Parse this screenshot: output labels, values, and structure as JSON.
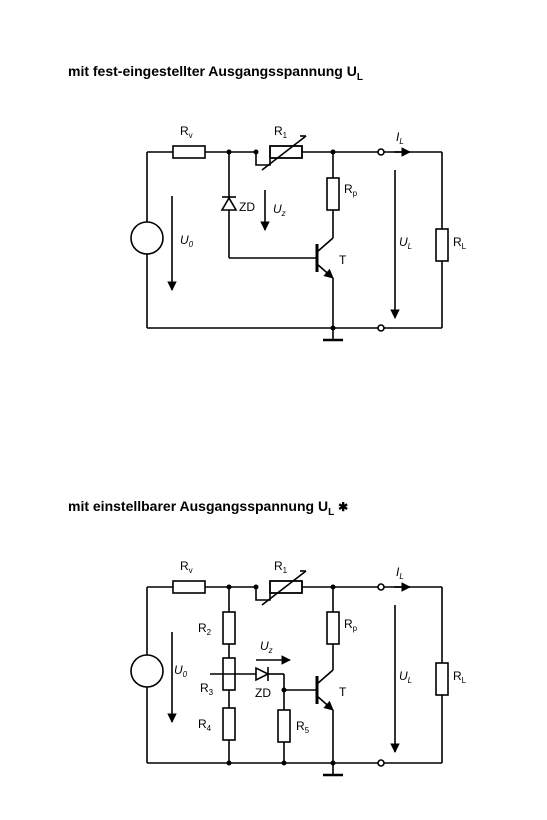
{
  "diagrams": [
    {
      "title": "mit fest-eingestellter Ausgangsspannung U",
      "title_sub": "L",
      "labels": {
        "Rv": "R",
        "Rv_sub": "v",
        "R1": "R",
        "R1_sub": "1",
        "IL": "I",
        "IL_sub": "L",
        "Rp": "R",
        "Rp_sub": "p",
        "ZD": "ZD",
        "Uz": "U",
        "Uz_sub": "z",
        "U0": "U",
        "U0_sub": "0",
        "UL": "U",
        "UL_sub": "L",
        "RL": "R",
        "RL_sub": "L",
        "T": "T"
      }
    },
    {
      "title": "mit einstellbarer Ausgangsspannung U",
      "title_sub": "L",
      "labels": {
        "Rv": "R",
        "Rv_sub": "v",
        "R1": "R",
        "R1_sub": "1",
        "IL": "I",
        "IL_sub": "L",
        "R2": "R",
        "R2_sub": "2",
        "Rp": "R",
        "Rp_sub": "p",
        "Uz": "U",
        "Uz_sub": "z",
        "U0": "U",
        "U0_sub": "0",
        "R3": "R",
        "R3_sub": "3",
        "ZD": "ZD",
        "T": "T",
        "UL": "U",
        "UL_sub": "L",
        "RL": "R",
        "RL_sub": "L",
        "R4": "R",
        "R4_sub": "4",
        "R5": "R",
        "R5_sub": "5"
      }
    }
  ]
}
